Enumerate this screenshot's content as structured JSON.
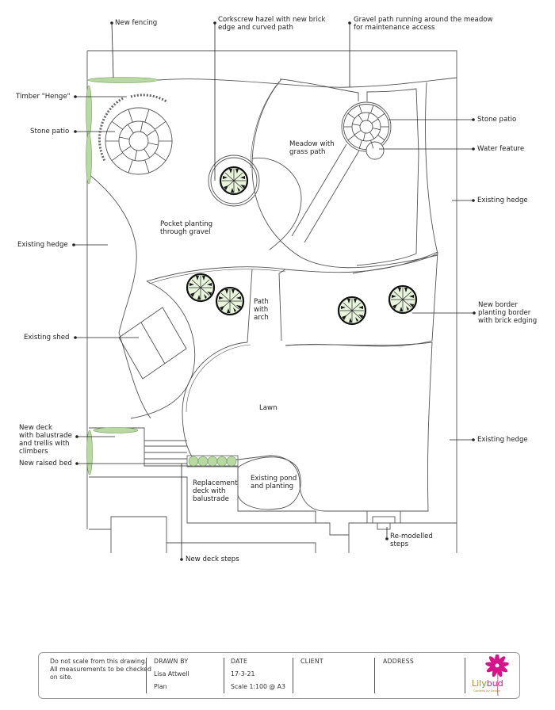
{
  "drawing": {
    "type": "garden-plan",
    "colors": {
      "line": "#555555",
      "hedge_fill": "#b9d9a3",
      "hedge_stroke": "#6e9a5a",
      "tree_fill": "#e8f4dc",
      "tree_outline": "#111111",
      "logo_pink": "#d6138a",
      "logo_gold": "#a78a2a"
    },
    "area_labels": {
      "meadow": "Meadow with\ngrass path",
      "pocket_planting": "Pocket planting\nthrough gravel",
      "path_with_arch": "Path\nwith\narch",
      "lawn": "Lawn",
      "existing_pond": "Existing pond\nand planting",
      "replacement_deck": "Replacement\ndeck with\nbalustrade"
    },
    "callouts": {
      "new_fencing": "New fencing",
      "corkscrew_hazel": "Corkscrew hazel with new brick\nedge and curved path",
      "gravel_path": "Gravel path running around the meadow\nfor maintenance access",
      "timber_henge": "Timber \"Henge\"",
      "stone_patio_left": "Stone patio",
      "stone_patio_right": "Stone patio",
      "water_feature": "Water feature",
      "existing_hedge_right_top": "Existing hedge",
      "existing_hedge_left": "Existing hedge",
      "new_border": "New border\nplanting border\nwith brick edging",
      "existing_shed": "Existing shed",
      "new_deck": "New deck\nwith balustrade\nand trellis with\nclimbers",
      "new_raised_bed": "New raised bed",
      "existing_hedge_right_bottom": "Existing hedge",
      "remodelled_steps": "Re-modelled\nsteps",
      "new_deck_steps": "New deck steps"
    }
  },
  "title_block": {
    "note": "Do not scale from this\ndrawing. All measurements to\nbe checked on site.",
    "drawn_by_heading": "DRAWN BY",
    "drawn_by_value": "Lisa Attwell",
    "drawing_type": "Plan",
    "date_heading": "DATE",
    "date_value": "17-3-21",
    "scale": "Scale 1:100 @ A3",
    "client_heading": "CLIENT",
    "client_value": "",
    "address_heading": "ADDRESS",
    "address_value": "",
    "logo": {
      "name_part1": "Lily",
      "name_part2": "bud",
      "tagline": "Gardens by Design",
      "icon": "flower-icon"
    }
  }
}
